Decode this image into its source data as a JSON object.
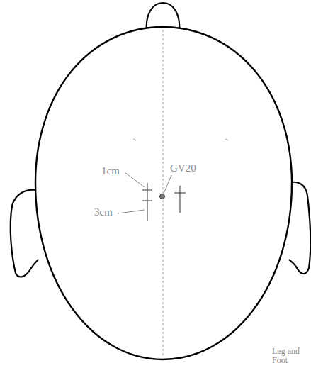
{
  "diagram": {
    "labels": [
      "GV20",
      "1cm",
      "3cm",
      "Leg and Foot"
    ]
  }
}
